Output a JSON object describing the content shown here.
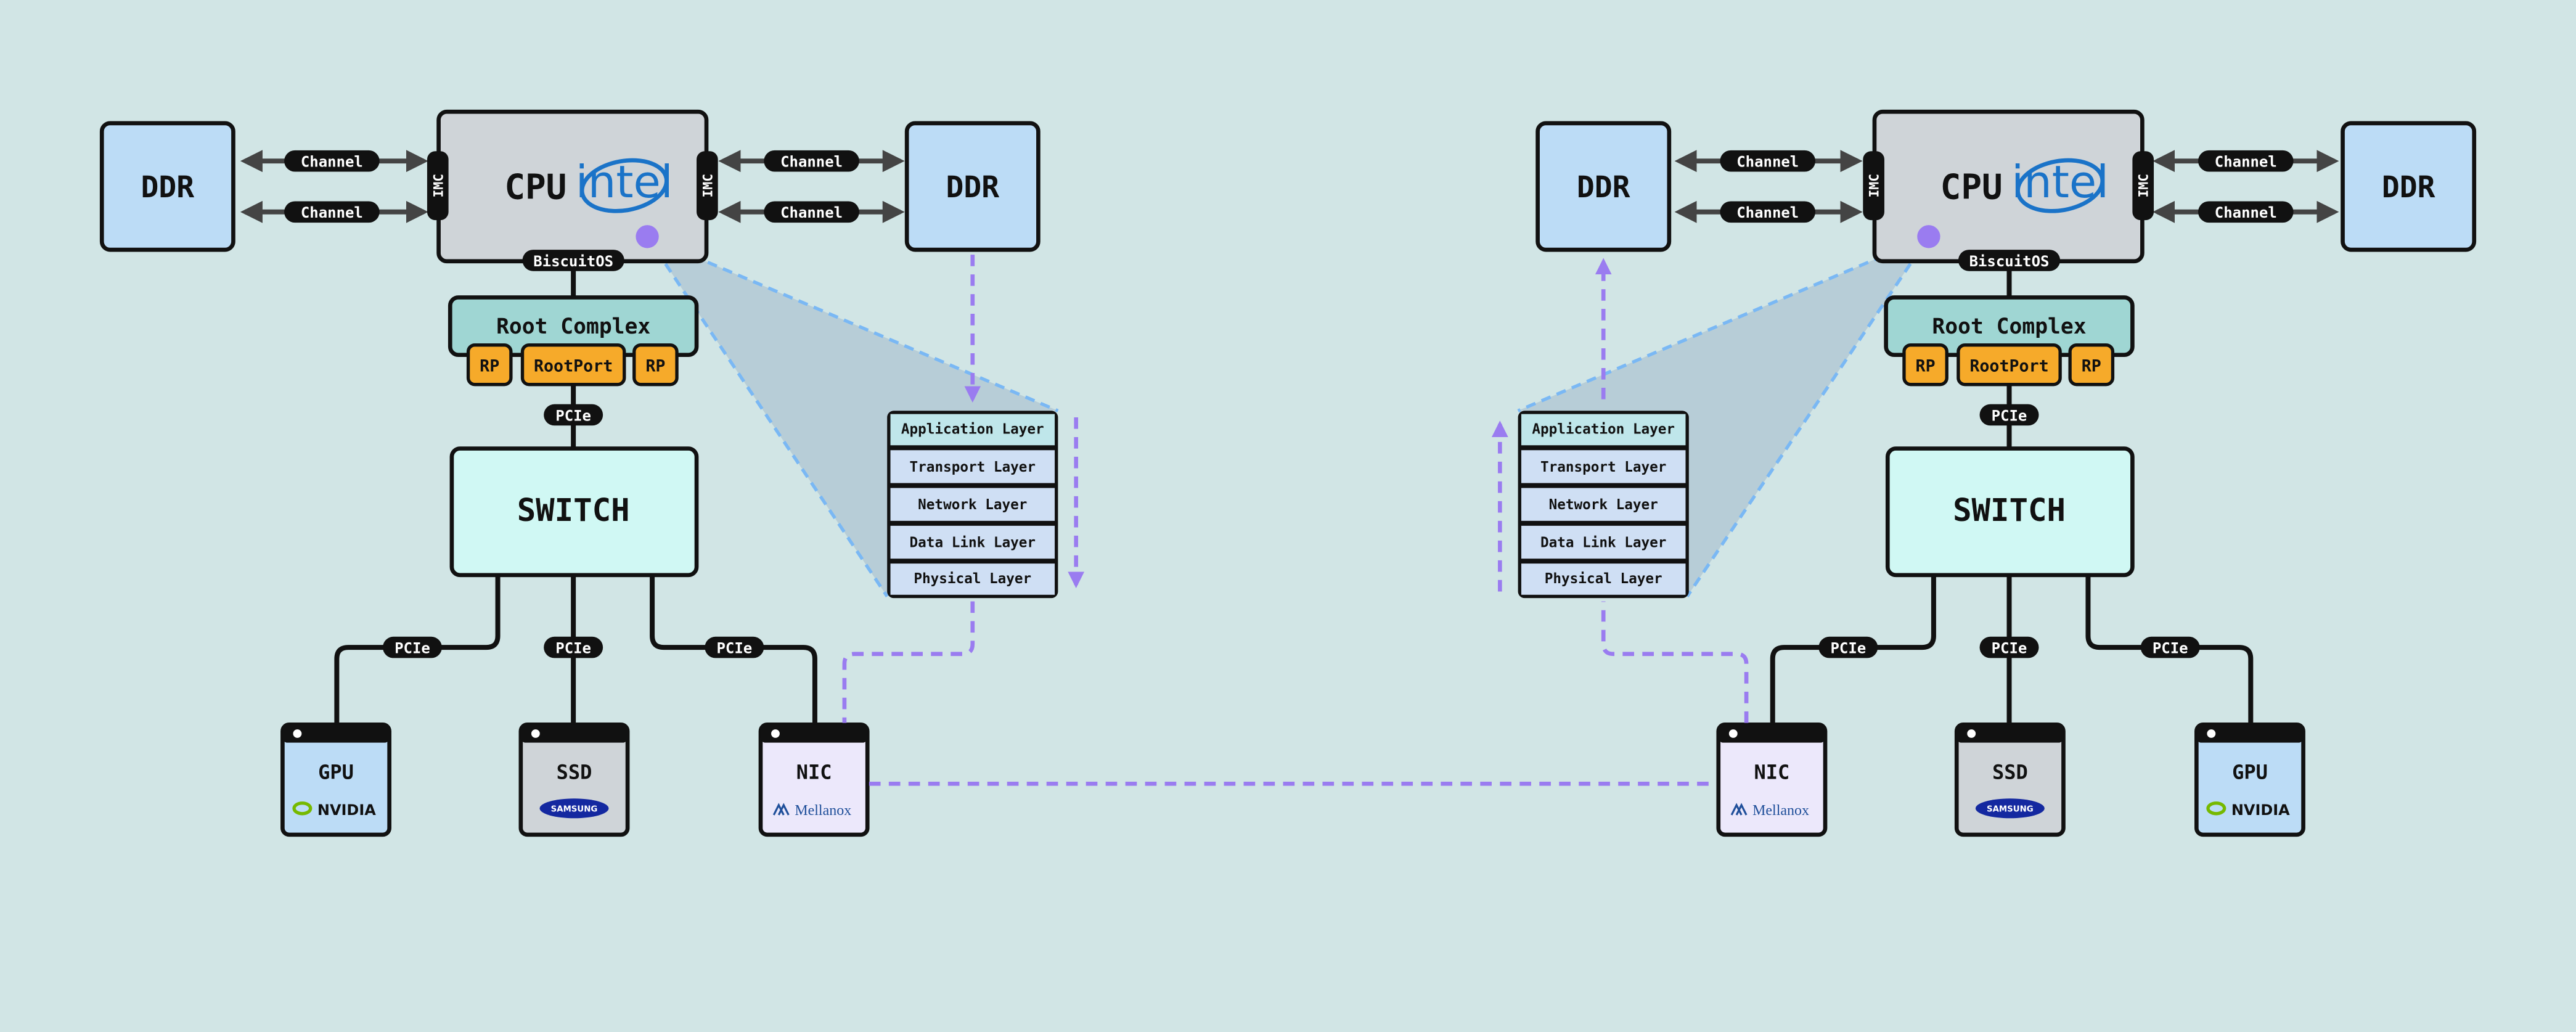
{
  "left_host": {
    "memory_left": {
      "label": "DDR",
      "channels": [
        "Channel",
        "Channel"
      ]
    },
    "memory_right": {
      "label": "DDR",
      "channels": [
        "Channel",
        "Channel"
      ]
    },
    "cpu": {
      "label": "CPU",
      "brand": "intel",
      "imc_left": "IMC",
      "imc_right": "IMC",
      "os": "BiscuitOS"
    },
    "root_complex": {
      "label": "Root Complex",
      "ports": [
        "RP",
        "RootPort",
        "RP"
      ]
    },
    "uplink": "PCIe",
    "switch": {
      "label": "SWITCH"
    },
    "downlinks": [
      "PCIe",
      "PCIe",
      "PCIe"
    ],
    "devices": [
      {
        "label": "GPU",
        "brand": "NVIDIA"
      },
      {
        "label": "SSD",
        "brand": "SAMSUNG"
      },
      {
        "label": "NIC",
        "brand": "Mellanox"
      }
    ]
  },
  "right_host": {
    "memory_left": {
      "label": "DDR",
      "channels": [
        "Channel",
        "Channel"
      ]
    },
    "memory_right": {
      "label": "DDR",
      "channels": [
        "Channel",
        "Channel"
      ]
    },
    "cpu": {
      "label": "CPU",
      "brand": "intel",
      "imc_left": "IMC",
      "imc_right": "IMC",
      "os": "BiscuitOS"
    },
    "root_complex": {
      "label": "Root Complex",
      "ports": [
        "RP",
        "RootPort",
        "RP"
      ]
    },
    "uplink": "PCIe",
    "switch": {
      "label": "SWITCH"
    },
    "downlinks": [
      "PCIe",
      "PCIe",
      "PCIe"
    ],
    "devices": [
      {
        "label": "NIC",
        "brand": "Mellanox"
      },
      {
        "label": "SSD",
        "brand": "SAMSUNG"
      },
      {
        "label": "GPU",
        "brand": "NVIDIA"
      }
    ]
  },
  "left_stack": {
    "layers": [
      "Application Layer",
      "Transport Layer",
      "Network Layer",
      "Data Link Layer",
      "Physical Layer"
    ]
  },
  "right_stack": {
    "layers": [
      "Application Layer",
      "Transport Layer",
      "Network Layer",
      "Data Link Layer",
      "Physical Layer"
    ]
  },
  "colors": {
    "background": "#d1e5e5",
    "ddr": "#bcdcf6",
    "cpu": "#cfd4d8",
    "root_complex": "#9fd6d3",
    "root_port": "#f6aa2a",
    "switch": "#d0f8f4",
    "gpu": "#bcdcf6",
    "ssd": "#cfd4d8",
    "nic": "#ece8fb",
    "flow": "#9a7cf0",
    "projection": "#7ab8f4",
    "intel": "#1a73c8",
    "nvidia": "#76b900",
    "samsung": "#1428a0",
    "mellanox": "#1f4f9a"
  }
}
